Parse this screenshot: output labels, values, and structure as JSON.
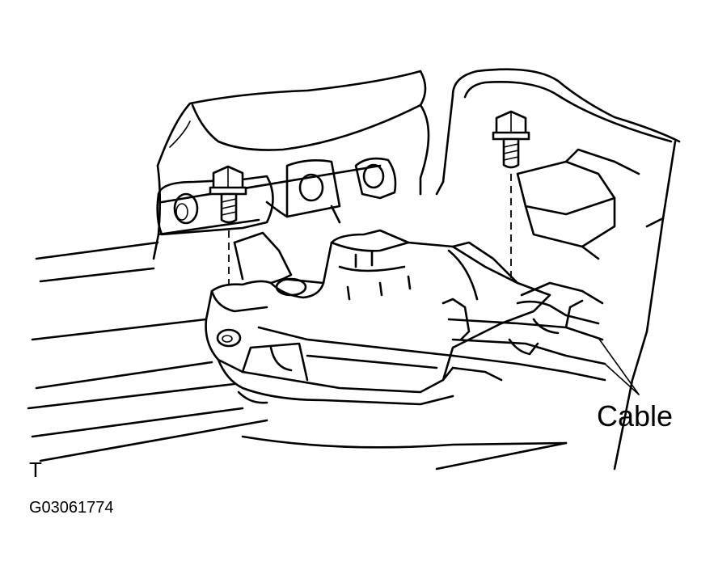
{
  "labels": {
    "cable": "Cable",
    "view_letter": "T",
    "figure_code": "G03061774"
  },
  "icons": {
    "bolt_left": "hex-bolt-icon",
    "bolt_right": "hex-bolt-icon"
  },
  "colors": {
    "line": "#000000",
    "background": "#ffffff"
  }
}
